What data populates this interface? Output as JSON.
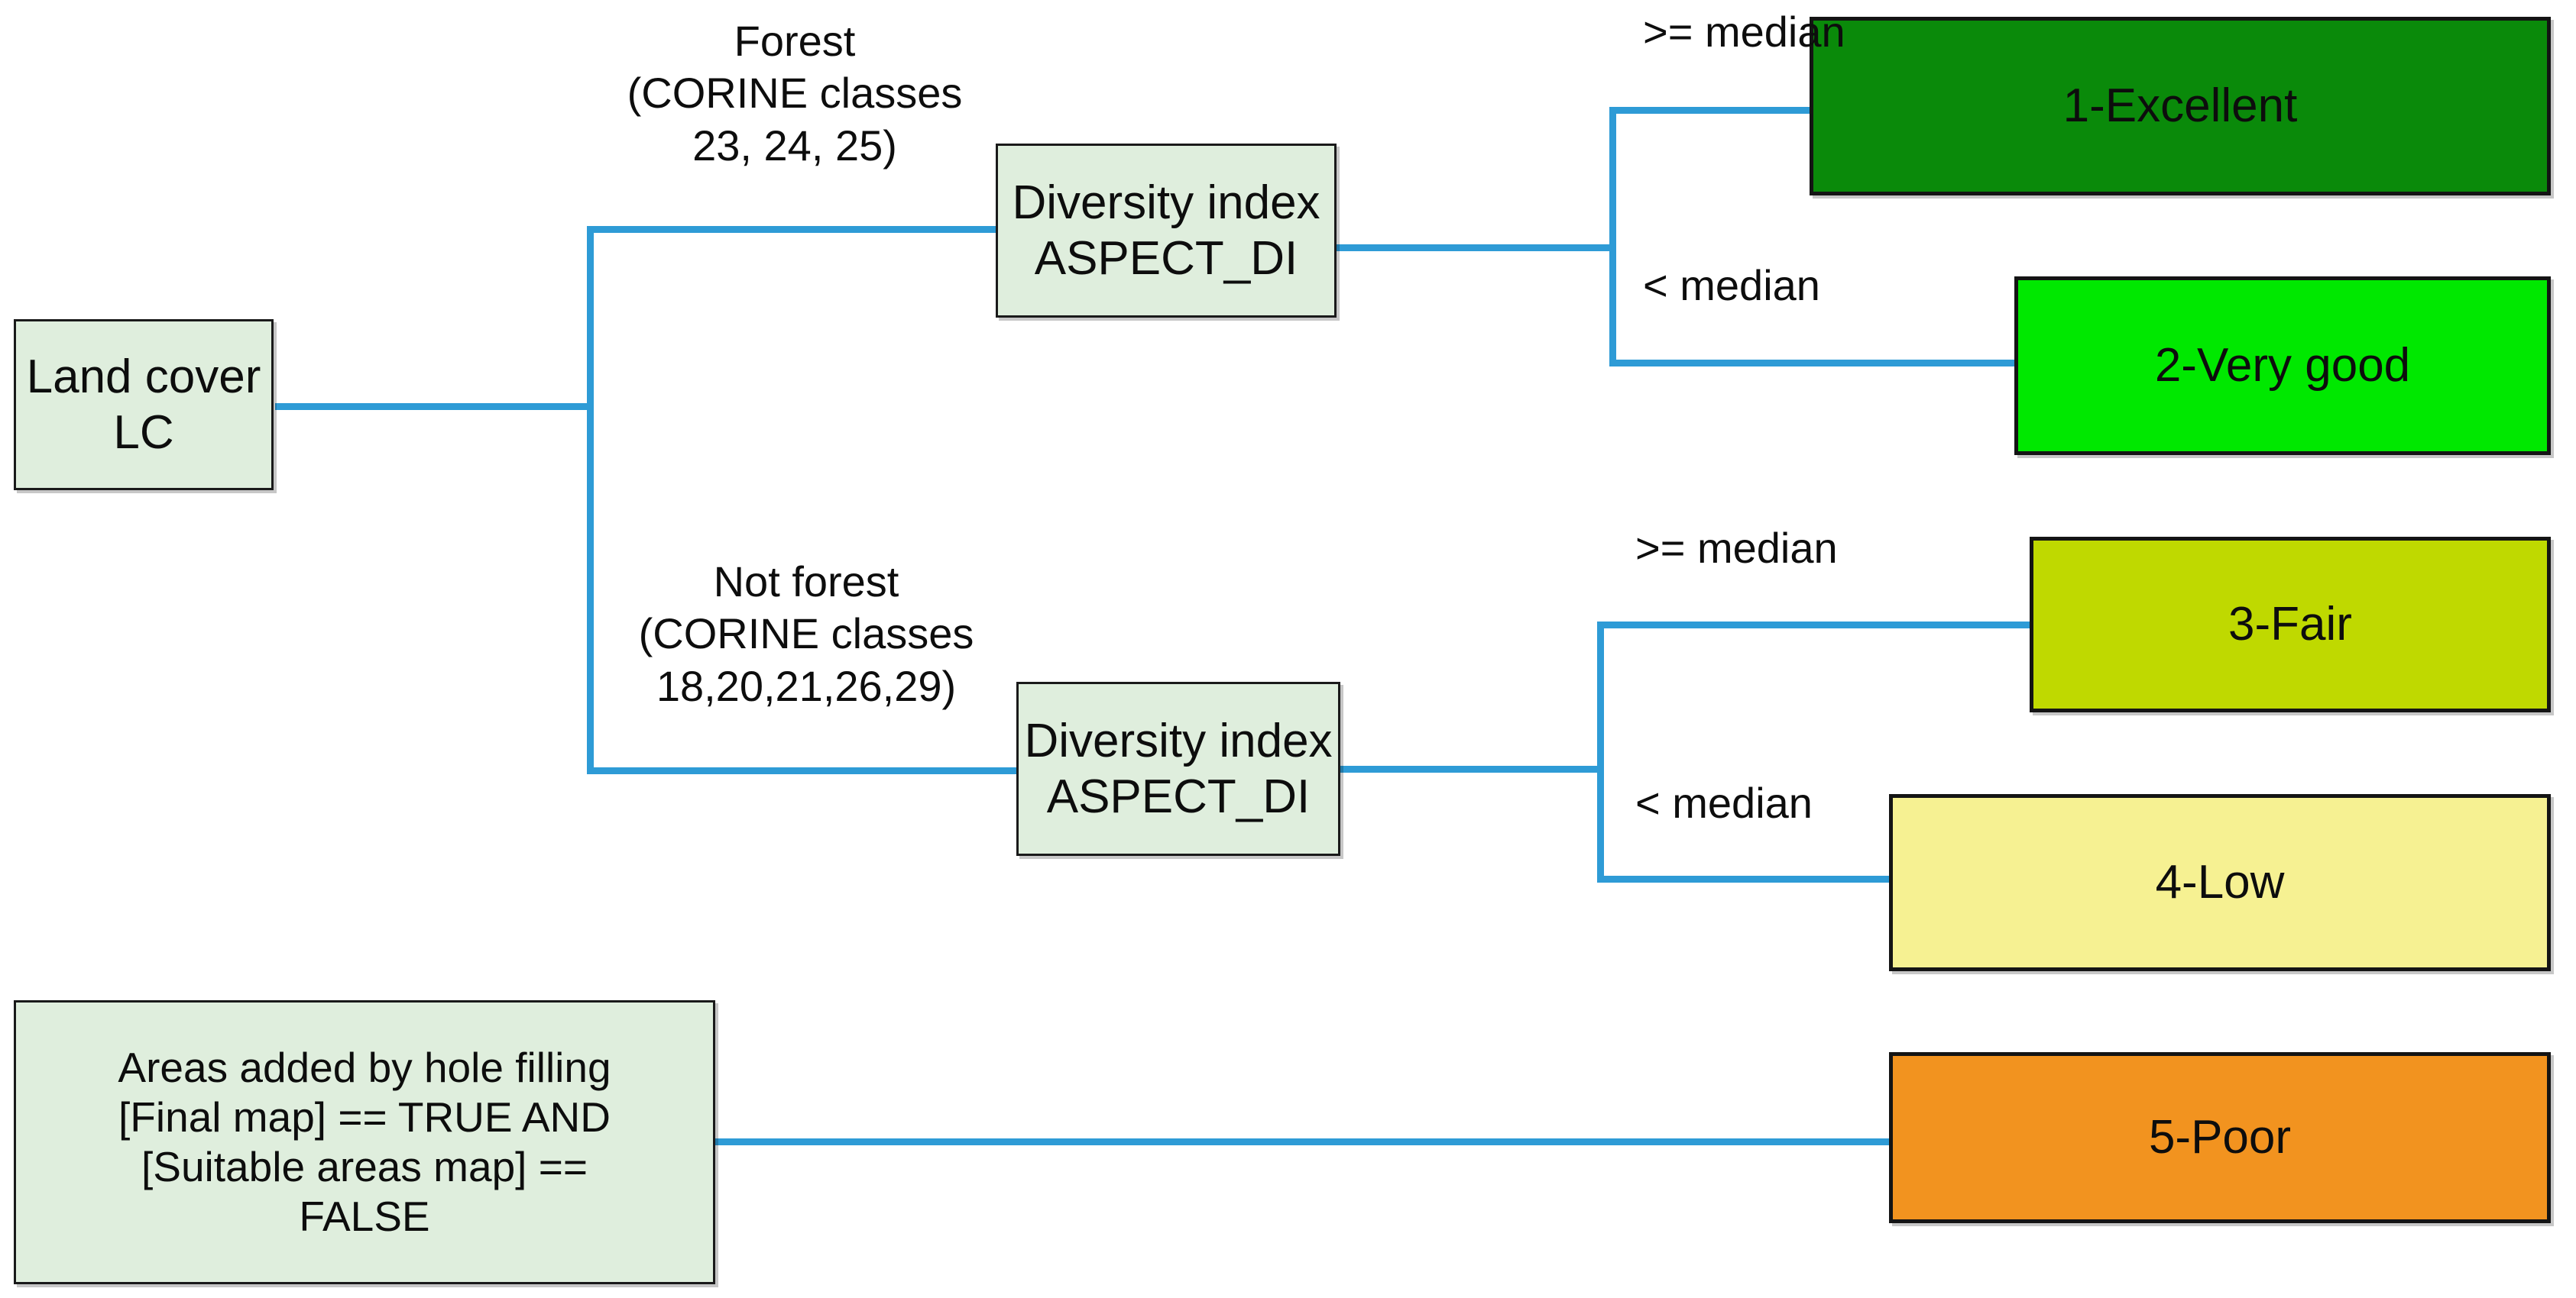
{
  "diagram": {
    "title": "Land cover decision tree for suitability classification",
    "accent_line_color": "#2e9bd6",
    "process_fill": "#dfeedd",
    "process_border": "#1a1a1a"
  },
  "nodes": {
    "land_cover": {
      "label": "Land cover\nLC",
      "fill": "#dfeedd"
    },
    "diversity_forest": {
      "label": "Diversity index\nASPECT_DI",
      "fill": "#dfeedd"
    },
    "diversity_not_forest": {
      "label": "Diversity index\nASPECT_DI",
      "fill": "#dfeedd"
    },
    "hole_filling": {
      "label": "Areas added by hole filling\n[Final map] == TRUE AND\n[Suitable areas map] ==\nFALSE",
      "fill": "#dfeedd"
    }
  },
  "results": [
    {
      "id": "excellent",
      "label": "1-Excellent",
      "fill": "#0a8a0a"
    },
    {
      "id": "very_good",
      "label": "2-Very good",
      "fill": "#00e800"
    },
    {
      "id": "fair",
      "label": "3-Fair",
      "fill": "#bfd900"
    },
    {
      "id": "low",
      "label": "4-Low",
      "fill": "#f6f192"
    },
    {
      "id": "poor",
      "label": "5-Poor",
      "fill": "#f2931f"
    }
  ],
  "edge_labels": {
    "forest": "Forest\n(CORINE classes\n23, 24, 25)",
    "not_forest": "Not forest\n(CORINE classes\n18,20,21,26,29)",
    "ge_median_top": ">= median",
    "lt_median_top": "< median",
    "ge_median_bottom": ">= median",
    "lt_median_bottom": "< median"
  }
}
